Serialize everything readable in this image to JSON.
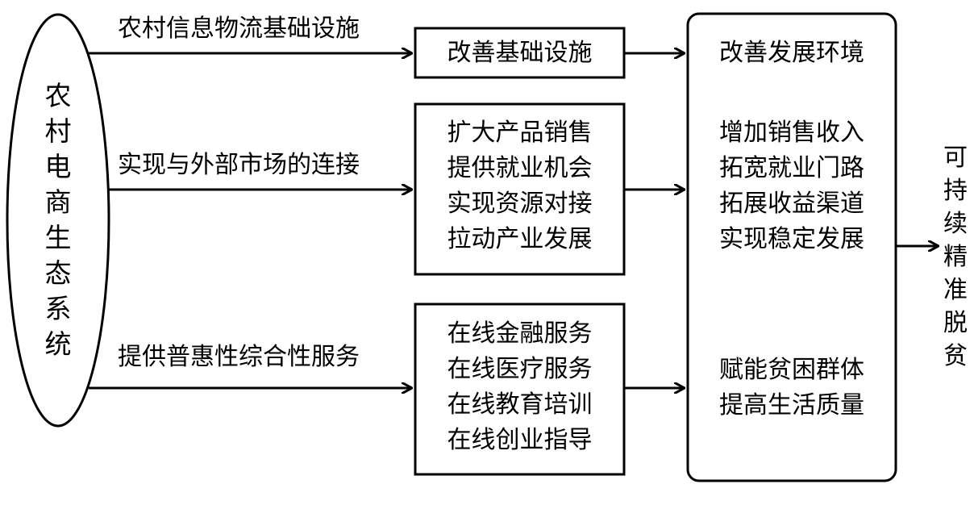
{
  "ellipse": {
    "text": [
      "农",
      "村",
      "电",
      "商",
      "生",
      "态",
      "系",
      "统"
    ]
  },
  "arrows": {
    "top_label": "农村信息物流基础设施",
    "mid_label": "实现与外部市场的连接",
    "bottom_label": "提供普惠性综合性服务"
  },
  "middle_boxes": {
    "box1": [
      "改善基础设施"
    ],
    "box2": [
      "扩大产品销售",
      "提供就业机会",
      "实现资源对接",
      "拉动产业发展"
    ],
    "box3": [
      "在线金融服务",
      "在线医疗服务",
      "在线教育培训",
      "在线创业指导"
    ]
  },
  "right_box": {
    "group1": [
      "改善发展环境"
    ],
    "group2": [
      "增加销售收入",
      "拓宽就业门路",
      "拓展收益渠道",
      "实现稳定发展"
    ],
    "group3": [
      "赋能贫困群体",
      "提高生活质量"
    ]
  },
  "outcome": {
    "text": [
      "可",
      "持",
      "续",
      "精",
      "准",
      "脱",
      "贫"
    ]
  },
  "colors": {
    "stroke": "#000000",
    "background": "#ffffff"
  }
}
